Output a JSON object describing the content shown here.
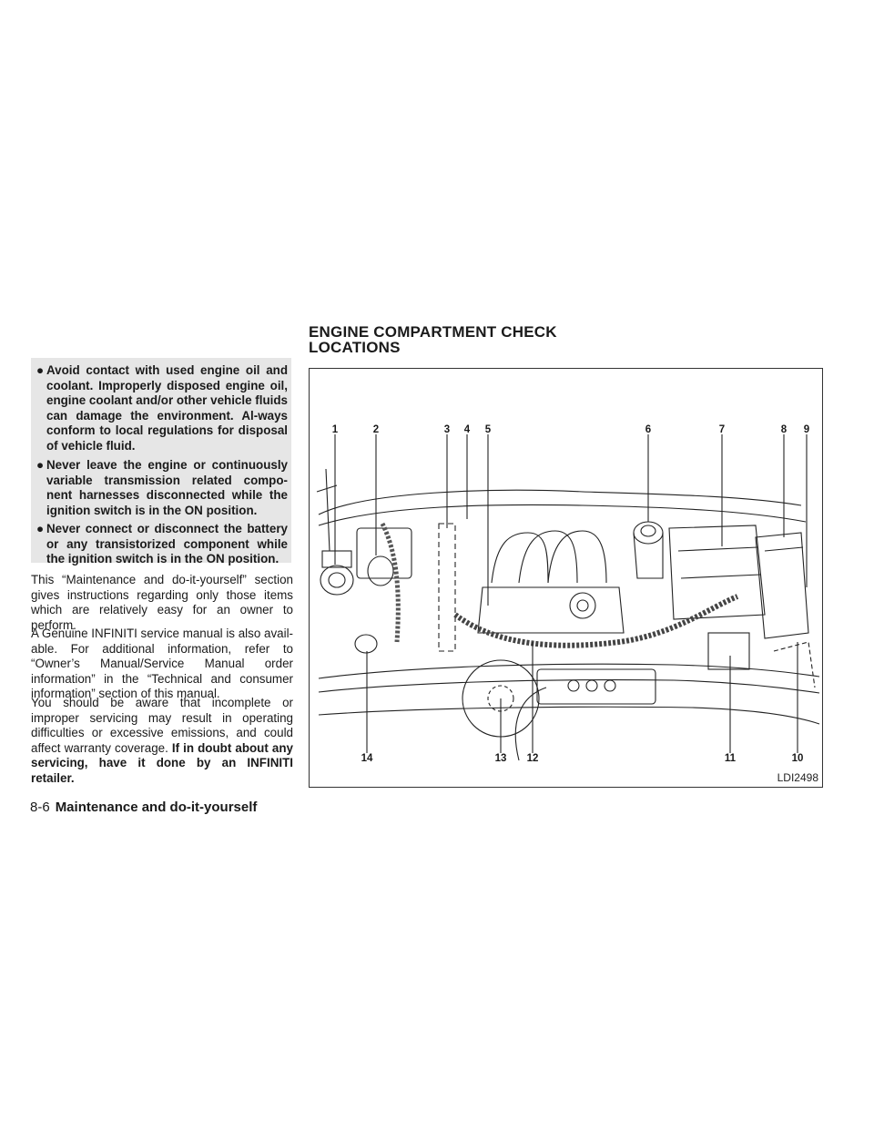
{
  "warnings": [
    "Avoid contact with used engine oil and coolant. Improperly disposed engine oil, engine coolant and/or other vehicle fluids can damage the environment. Al-ways conform to local regulations for disposal of vehicle fluid.",
    "Never leave the engine or continuously variable transmission related compo-nent harnesses disconnected while the ignition switch is in the ON position.",
    "Never connect or disconnect the battery or any transistorized component while the ignition switch is in the ON position."
  ],
  "bullet_glyph": "●",
  "body": {
    "p1": "This “Maintenance and do-it-yourself” section gives instructions regarding only those items which are relatively easy for an owner to perform.",
    "p2": "A Genuine INFINITI service manual is also avail-able. For additional information, refer to “Owner’s Manual/Service Manual order information” in the “Technical and consumer information” section of this manual.",
    "p3_normal": "You should be aware that incomplete or improper servicing may result in operating difficulties or excessive emissions, and could affect warranty coverage.",
    "p3_bold": "If in doubt about any servicing, have it done by an INFINITI retailer."
  },
  "section": {
    "title_line1": "ENGINE COMPARTMENT CHECK",
    "title_line2": "LOCATIONS"
  },
  "figure": {
    "callouts_top": [
      "1",
      "2",
      "3",
      "4",
      "5",
      "6",
      "7",
      "8",
      "9"
    ],
    "callouts_bottom": [
      "14",
      "13",
      "12",
      "11",
      "10"
    ],
    "figure_id": "LDI2498"
  },
  "footer": {
    "page": "8-6",
    "section": "Maintenance and do-it-yourself"
  }
}
